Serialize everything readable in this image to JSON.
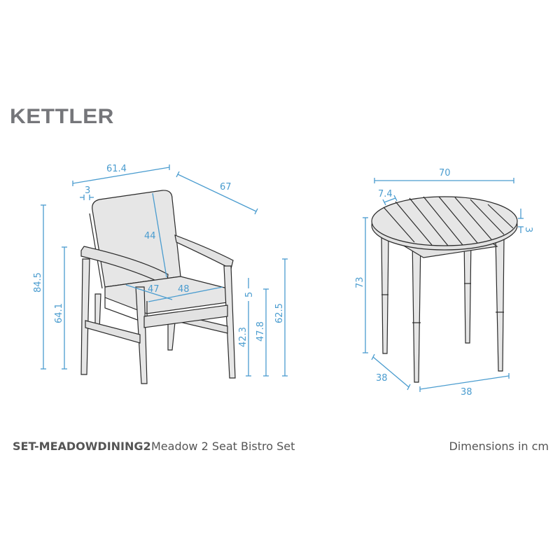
{
  "brand": {
    "logo_text": "KETTLER",
    "color": "#75767a"
  },
  "colors": {
    "dimension": "#4a9ccf",
    "outline": "#2a2a2a",
    "fill": "#e6e6e6",
    "text": "#555555"
  },
  "chair": {
    "dimensions": {
      "width": "61.4",
      "depth": "67",
      "arm_thickness": "3",
      "back_height": "44",
      "seat_depth": "47",
      "seat_width": "48",
      "total_height": "84.5",
      "arm_height_side": "64.1",
      "cushion_thickness": "5",
      "seat_height": "42.3",
      "seat_top_height": "47.8",
      "arm_height": "62.5"
    }
  },
  "table": {
    "dimensions": {
      "diameter": "70",
      "slat_width": "7.4",
      "top_thickness": "3",
      "height": "73",
      "base_depth": "38",
      "base_width": "38"
    }
  },
  "footer": {
    "sku": "SET-MEADOWDINING2",
    "product_name": "Meadow 2 Seat Bistro Set",
    "units_note": "Dimensions in cm"
  }
}
